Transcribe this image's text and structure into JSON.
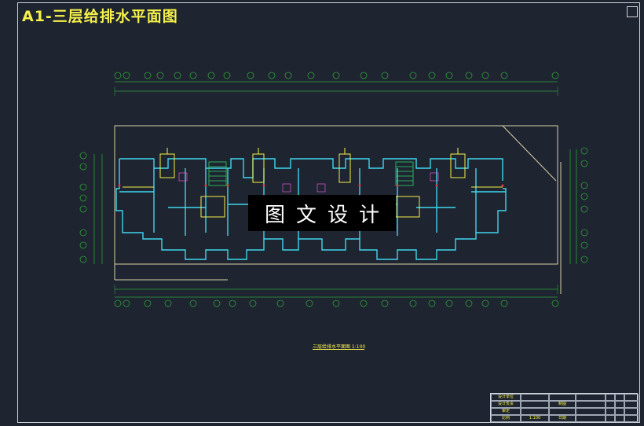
{
  "sheet": {
    "title": "A1-三层给排水平面图"
  },
  "watermark": {
    "text": "图文设计"
  },
  "drawing": {
    "caption": "三层给排水平面图 1:100"
  },
  "colors": {
    "background": "#1e2430",
    "title": "#f5f04a",
    "walls": "#3fd6ee",
    "pipes": "#f5f04a",
    "grid": "#2f9e3a",
    "frame": "#cfd3da"
  },
  "title_block": {
    "labels": [
      "设计单位",
      "设计负责",
      "制图",
      "比例",
      "日期",
      "审定"
    ],
    "scale": "1:100"
  }
}
